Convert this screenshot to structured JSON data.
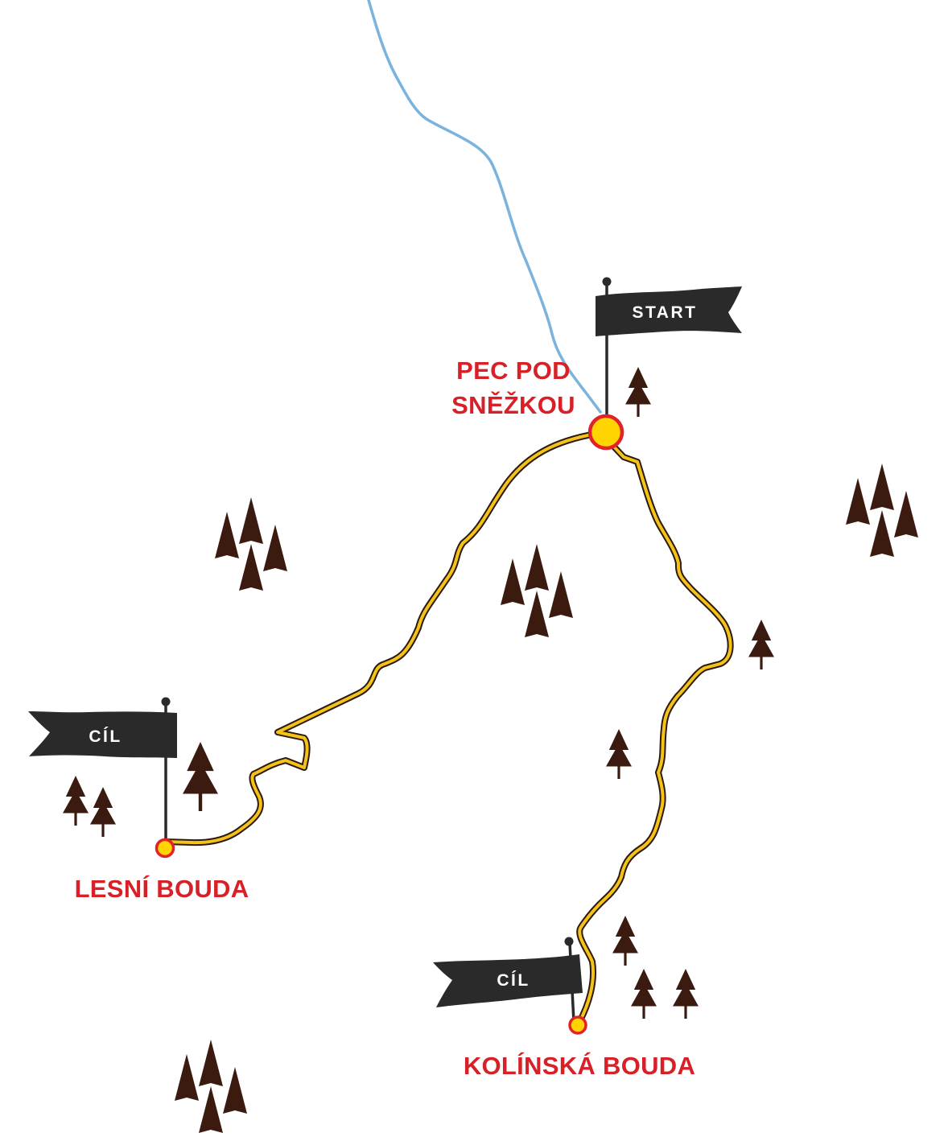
{
  "map": {
    "colors": {
      "background": "#ffffff",
      "river": "#7ab3de",
      "route_fill": "#f5c218",
      "route_outline": "#2a1a10",
      "marker_fill": "#ffd400",
      "marker_stroke": "#e0222a",
      "label": "#d72027",
      "flag": "#2a2a2a",
      "tree": "#3b1a10"
    },
    "places": {
      "start": "PEC POD SNĚŽKOU",
      "start_line1": "PEC POD",
      "start_line2": "SNĚŽKOU",
      "lesni": "LESNÍ BOUDA",
      "kolinska": "KOLÍNSKÁ BOUDA"
    },
    "flags": {
      "start": "START",
      "finish_lesni": "CÍL",
      "finish_kolinska": "CÍL"
    },
    "icons": {
      "tree": "pine-tree-icon",
      "flag": "flag-icon",
      "marker": "location-marker-icon"
    }
  }
}
